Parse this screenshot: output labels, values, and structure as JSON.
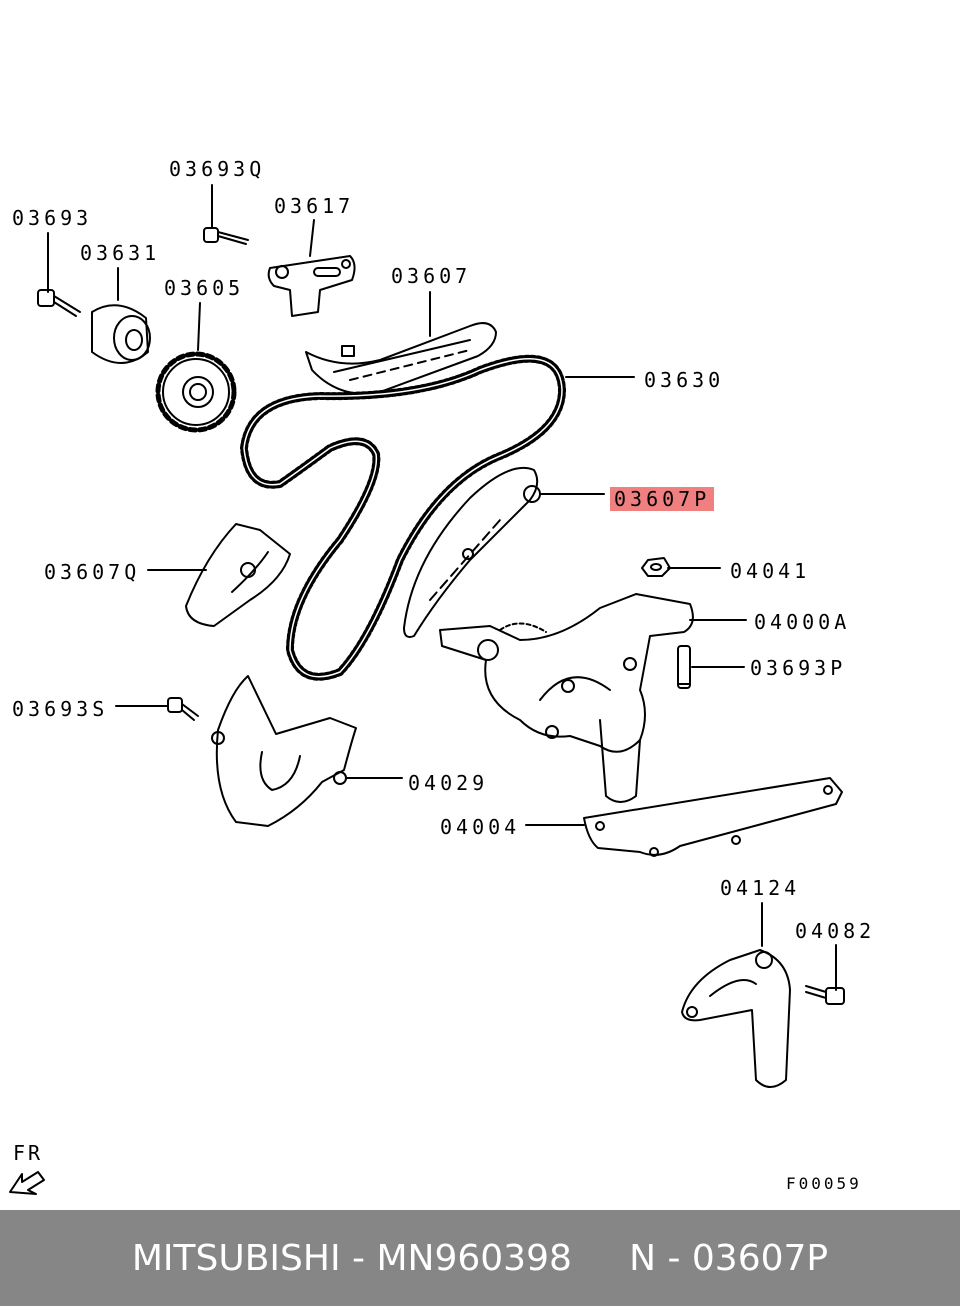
{
  "labels": {
    "p03693Q": "03693Q",
    "p03693": "03693",
    "p03617": "03617",
    "p03631": "03631",
    "p03605": "03605",
    "p03607": "03607",
    "p03630": "03630",
    "p03607P": "03607P",
    "p03607Q": "03607Q",
    "p04041": "04041",
    "p04000A": "04000A",
    "p03693P": "03693P",
    "p03693S": "03693S",
    "p04029": "04029",
    "p04004": "04004",
    "p04124": "04124",
    "p04082": "04082"
  },
  "figure_code": "F00059",
  "orientation_label": "FR",
  "highlighted_part": "03607P",
  "highlight_color": "#f08080",
  "footer": {
    "brand": "MITSUBISHI",
    "part_number": "MN960398",
    "ref_prefix": "N",
    "ref_code": "03607P",
    "text": "MITSUBISHI - MN960398     N - 03607P",
    "background": "#868686"
  }
}
